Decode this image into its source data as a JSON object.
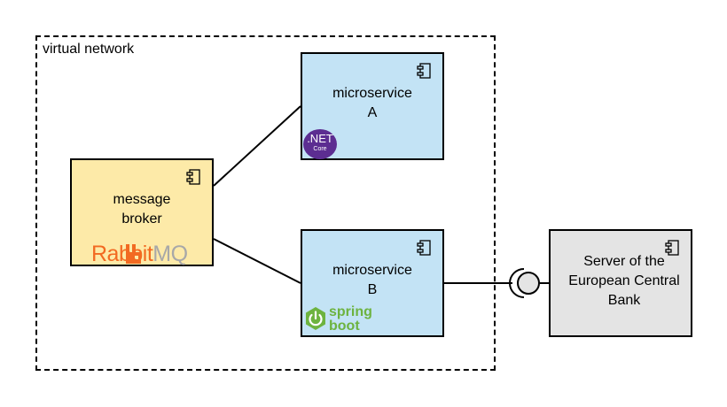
{
  "diagram": {
    "virtual_network": {
      "label": "virtual network"
    },
    "components": {
      "message_broker": {
        "line1": "message",
        "line2": "broker",
        "fill": "#fdeaa8",
        "logo": "rabbitmq-logo",
        "logo_text_1": "Rabbit",
        "logo_text_2": "MQ"
      },
      "microservice_a": {
        "line1": "microservice",
        "line2": "A",
        "fill": "#c3e3f5",
        "logo": "dotnet-core-logo",
        "logo_text_1": ".NET",
        "logo_text_2": "Core"
      },
      "microservice_b": {
        "line1": "microservice",
        "line2": "B",
        "fill": "#c3e3f5",
        "logo": "spring-boot-logo",
        "logo_text_1": "spring",
        "logo_text_2": "boot"
      },
      "ecb_server": {
        "line1": "Server of the",
        "line2": "European Central",
        "line3": "Bank",
        "fill": "#e4e4e4"
      }
    },
    "colors": {
      "rabbit_orange": "#f26a22",
      "rabbit_gray": "#a8a8a8",
      "dotnet_purple": "#5c2d91",
      "spring_green": "#6db33f"
    }
  }
}
